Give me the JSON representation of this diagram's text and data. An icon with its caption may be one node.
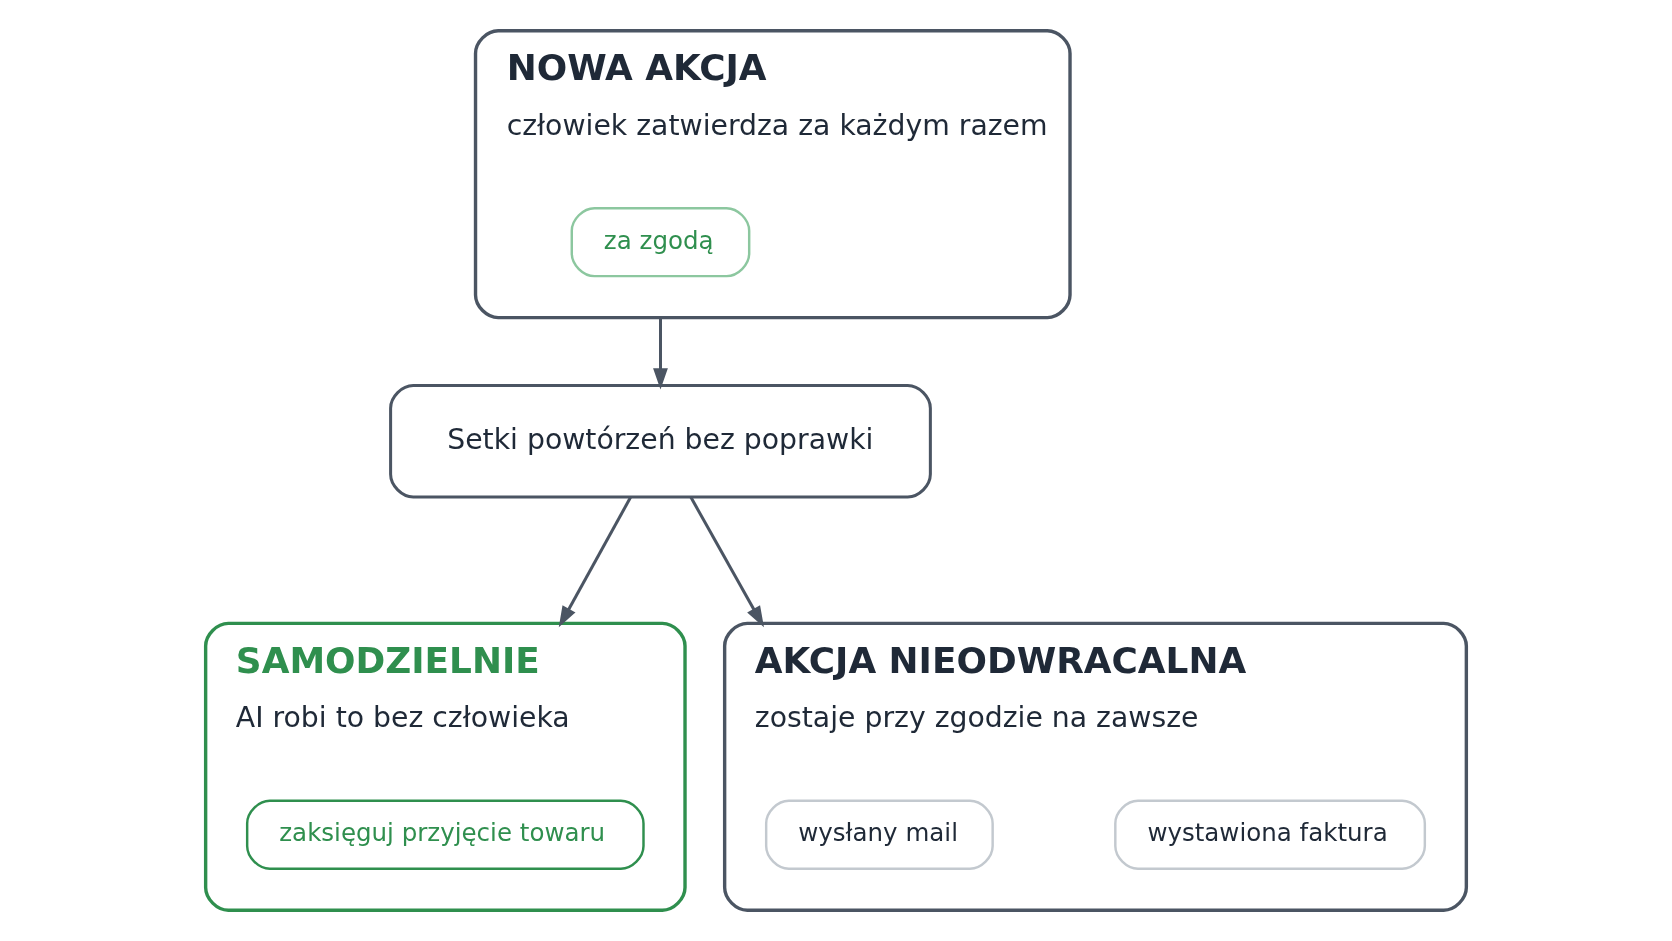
{
  "diagram": {
    "nodes": [
      {
        "text": [
          "NOWA AKCJA",
          "człowiek zatwierdza za każdym razem"
        ]
      },
      {
        "text": [
          "za zgodą"
        ],
        "in": 0
      },
      {
        "text": [
          "Setki powtórzeń bez poprawki"
        ]
      },
      {
        "text": [
          "SAMODZIELNIE",
          "AI robi to bez człowieka"
        ]
      },
      {
        "text": [
          "zaksięguj przyjęcie towaru"
        ],
        "in": 3
      },
      {
        "text": [
          "AKCJA NIEODWRACALNA",
          "zostaje przy zgodzie na zawsze"
        ]
      },
      {
        "text": [
          "wysłany mail"
        ],
        "in": 5
      },
      {
        "text": [
          "wystawiona faktura"
        ],
        "in": 5
      }
    ],
    "edges": [
      {
        "from": 0,
        "to": 2,
        "arrow": "to"
      },
      {
        "from": 2,
        "to": 3,
        "arrow": "to"
      },
      {
        "from": 2,
        "to": 5,
        "arrow": "to"
      }
    ]
  }
}
